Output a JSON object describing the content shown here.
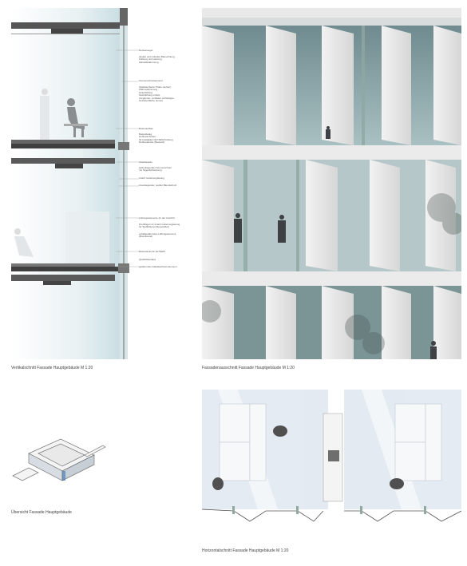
{
  "captions": {
    "vertikal": "Vertikalschnitt Fassade Hauptgebäude M 1:20",
    "ausschnitt": "Fassadenausschnitt Fassade Hauptgebäude M 1:20",
    "uebersicht": "Übersicht Fassade Hauptgebäude",
    "horizontal": "Horizontalschnitt Fassade Hauptgebäude M 1:20"
  },
  "annotations": {
    "a1": "Deckensegel",
    "a2": "direkte und indirekte Beleuchtung\nKühlung und Heizung\nAkkustikdämmung",
    "a3": "Sonnenschutzelement",
    "a4": "Glasfaserbeton Platte (außen)\nWärmedämmung\nHinterlüftung\nNachtlüftung mittels\nintegrierter, vertikaler Lichtklappe\nHolzoberfläche (innen)",
    "a5": "Bodenaufbau",
    "a6": "Bodenbelag\nHohlraumboden\nfür Installation ELT/EDV/Lüftung\nRohbaudecke (Bestand)",
    "a7": "Glasfassade",
    "a8": "außenliegender Sonnenschutz\nmit Tageslichtlenkung",
    "a9": "3-fach Isolierverglasung",
    "a10": "innenliegender, textiler Blendschutz",
    "a11": "Lüftungselemente (in der Ansicht)",
    "a12": "Drehflügel mit 3-fach Isolierverglasung\nfür Stoßlüftung (Stereolüfter)",
    "a13": "schallgedämmtes Lüftungselement\n(Brandwand)",
    "a14": "Bodentanks für ELT/EDV",
    "a15": "Quellluftauslass",
    "a16": "gedämmtes Glasfaserbetonelement"
  },
  "colors": {
    "glass": "#c9dde0",
    "glassDeep": "#7f9c9f",
    "panel": "#e6e6e6",
    "slab": "#4a4a4a",
    "frame": "#8fa8a2",
    "text": "#444444"
  }
}
